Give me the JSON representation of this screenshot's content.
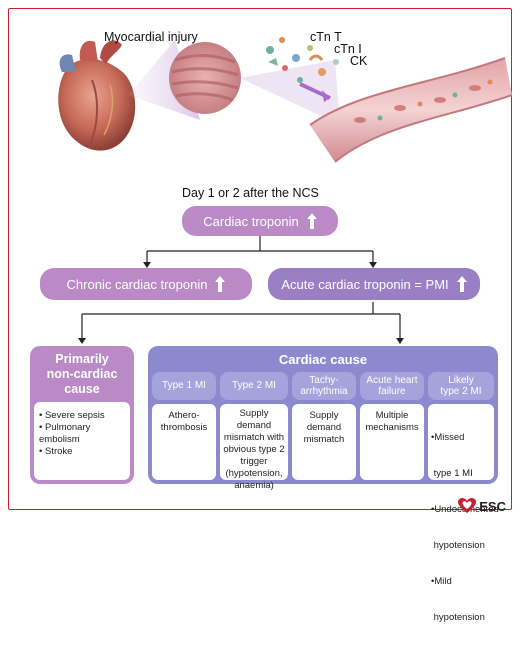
{
  "illustration": {
    "label_injury": "Myocardial injury",
    "marker_ctnt": "cTn T",
    "marker_ctni": "cTn I",
    "marker_ck": "CK"
  },
  "timing_label": "Day 1 or 2 after the NCS",
  "cardiac_troponin_label": "Cardiac troponin",
  "chronic_label": "Chronic cardiac troponin",
  "acute_label": "Acute cardiac troponin = PMI",
  "noncardiac": {
    "title_line1": "Primarily",
    "title_line2": "non-cardiac",
    "title_line3": "cause",
    "items": [
      "Severe sepsis",
      "Pulmonary embolism",
      "Stroke"
    ]
  },
  "cardiac": {
    "title": "Cardiac cause",
    "columns": [
      {
        "header_line1": "Type 1 MI",
        "header_line2": "",
        "body_lines": [
          "Athero-",
          "thrombosis"
        ]
      },
      {
        "header_line1": "Type 2 MI",
        "header_line2": "",
        "body_lines": [
          "Supply demand",
          "mismatch with",
          "obvious type 2",
          "trigger",
          "(hypotension,",
          "anaemia)"
        ]
      },
      {
        "header_line1": "Tachy-",
        "header_line2": "arrhythmia",
        "body_lines": [
          "Supply demand",
          "mismatch"
        ]
      },
      {
        "header_line1": "Acute heart",
        "header_line2": "failure",
        "body_lines": [
          "Multiple",
          "mechanisms"
        ]
      },
      {
        "header_line1": "Likely",
        "header_line2": "type 2 MI",
        "body_lines": [
          "•Missed",
          " type 1 MI",
          "•Undocumented",
          " hypotension",
          "•Mild",
          " hypotension"
        ]
      }
    ]
  },
  "logo_text": "ESC",
  "colors": {
    "purple_light": "#b98ac6",
    "purple_mid": "#9a7fc4",
    "blue_purple": "#8c89cf",
    "frame_red": "#c8202f"
  }
}
